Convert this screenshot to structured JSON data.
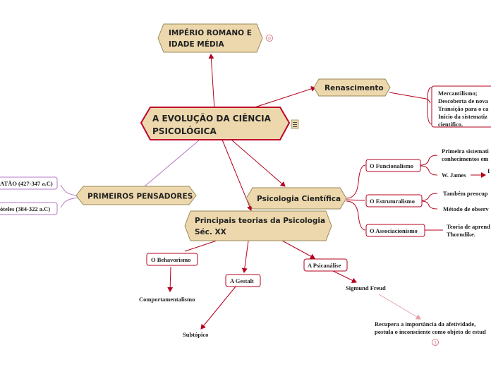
{
  "colors": {
    "hex_fill": "#ecd8ac",
    "hex_stroke": "#9a8a5a",
    "central_stroke": "#c0002a",
    "red_line": "#b4001e",
    "purple_line": "#b679c8",
    "pink_line": "#e6a0a8"
  },
  "root": {
    "line1": "A EVOLUÇÃO DA CIÊNCIA",
    "line2": "PSICOLÓGICA",
    "menu_icon": "list-icon"
  },
  "imperio": {
    "line1": "IMPÉRIO ROMANO E",
    "line2": "IDADE MÉDIA",
    "collapsed_count": "0"
  },
  "renascimento": {
    "label": "Renascimento",
    "note": [
      "Mercantilismo;",
      "Descoberta de nova",
      "Transição para o ca",
      "Início da sistematiz",
      "científico."
    ]
  },
  "pensadores": {
    "label": "PRIMEIROS PENSADORES",
    "items": [
      "ATÃO (427-347 a.C)",
      "óteles (384-322 a.C)"
    ]
  },
  "cientifica": {
    "label": "Psicologia Científica",
    "funcionalismo": {
      "label": "O Funcionalismo",
      "sub1_line1": "Primeira sistemati",
      "sub1_line2": "conhecimentos em",
      "sub2": "W. James",
      "sub2_tail": "I"
    },
    "estruturalismo": {
      "label": "O Estruturalismo",
      "sub1": "Também preocup",
      "sub2": "Método de observ"
    },
    "associacionismo": {
      "label": "O Associacionismo",
      "sub1_line1": "Teoria de aprend",
      "sub1_line2": "Thorndike."
    }
  },
  "teorias": {
    "line1": "Principais teorias da Psicologia",
    "line2": "Séc. XX",
    "behaviorismo": {
      "label": "O Behavorismo",
      "child": "Comportamentalismo"
    },
    "gestalt": {
      "label": "A Gestalt",
      "child": "Subtópico"
    },
    "psicanalise": {
      "label": "A Psicanálise",
      "child": "Sigmund Freud",
      "note_line1": "Recupera a importância da afetividade,",
      "note_line2": "postula o inconsciente como objeto de estud",
      "collapsed_count": "1"
    }
  }
}
